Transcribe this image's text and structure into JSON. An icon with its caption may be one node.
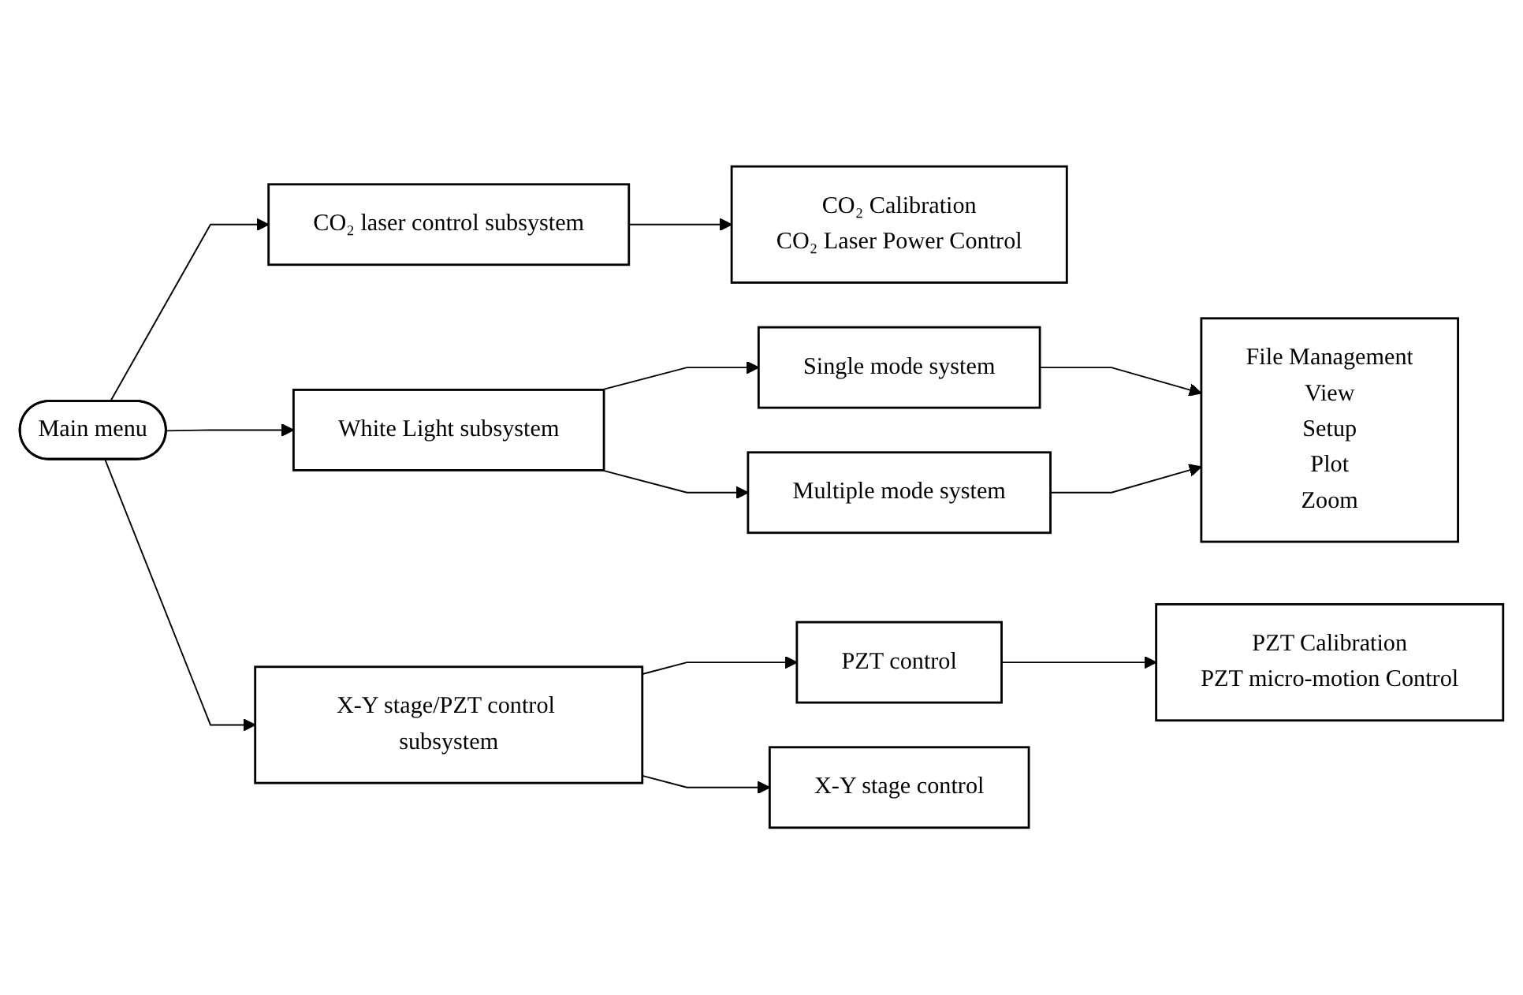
{
  "diagram": {
    "nodes": [
      {
        "text": [
          "Main menu"
        ]
      },
      {
        "text": [
          "CO₂ laser control subsystem"
        ]
      },
      {
        "text": [
          "CO₂ Calibration",
          "CO₂ Laser Power Control"
        ]
      },
      {
        "text": [
          "White Light subsystem"
        ]
      },
      {
        "text": [
          "Single mode system"
        ]
      },
      {
        "text": [
          "Multiple mode system"
        ]
      },
      {
        "text": [
          "File Management",
          "View",
          "Setup",
          "Plot",
          "Zoom"
        ]
      },
      {
        "text": [
          "X-Y stage/PZT control subsystem"
        ]
      },
      {
        "text": [
          "PZT control"
        ]
      },
      {
        "text": [
          "PZT Calibration",
          "PZT micro-motion Control"
        ]
      },
      {
        "text": [
          "X-Y stage control"
        ]
      }
    ],
    "edges": [
      {
        "from": 0,
        "to": 1,
        "arrow": "to"
      },
      {
        "from": 1,
        "to": 2,
        "arrow": "to"
      },
      {
        "from": 0,
        "to": 3,
        "arrow": "to"
      },
      {
        "from": 3,
        "to": 4,
        "arrow": "to"
      },
      {
        "from": 3,
        "to": 5,
        "arrow": "to"
      },
      {
        "from": 4,
        "to": 6,
        "arrow": "to"
      },
      {
        "from": 5,
        "to": 6,
        "arrow": "to"
      },
      {
        "from": 0,
        "to": 7,
        "arrow": "to"
      },
      {
        "from": 7,
        "to": 8,
        "arrow": "to"
      },
      {
        "from": 8,
        "to": 9,
        "arrow": "to"
      },
      {
        "from": 7,
        "to": 10,
        "arrow": "to"
      }
    ]
  }
}
